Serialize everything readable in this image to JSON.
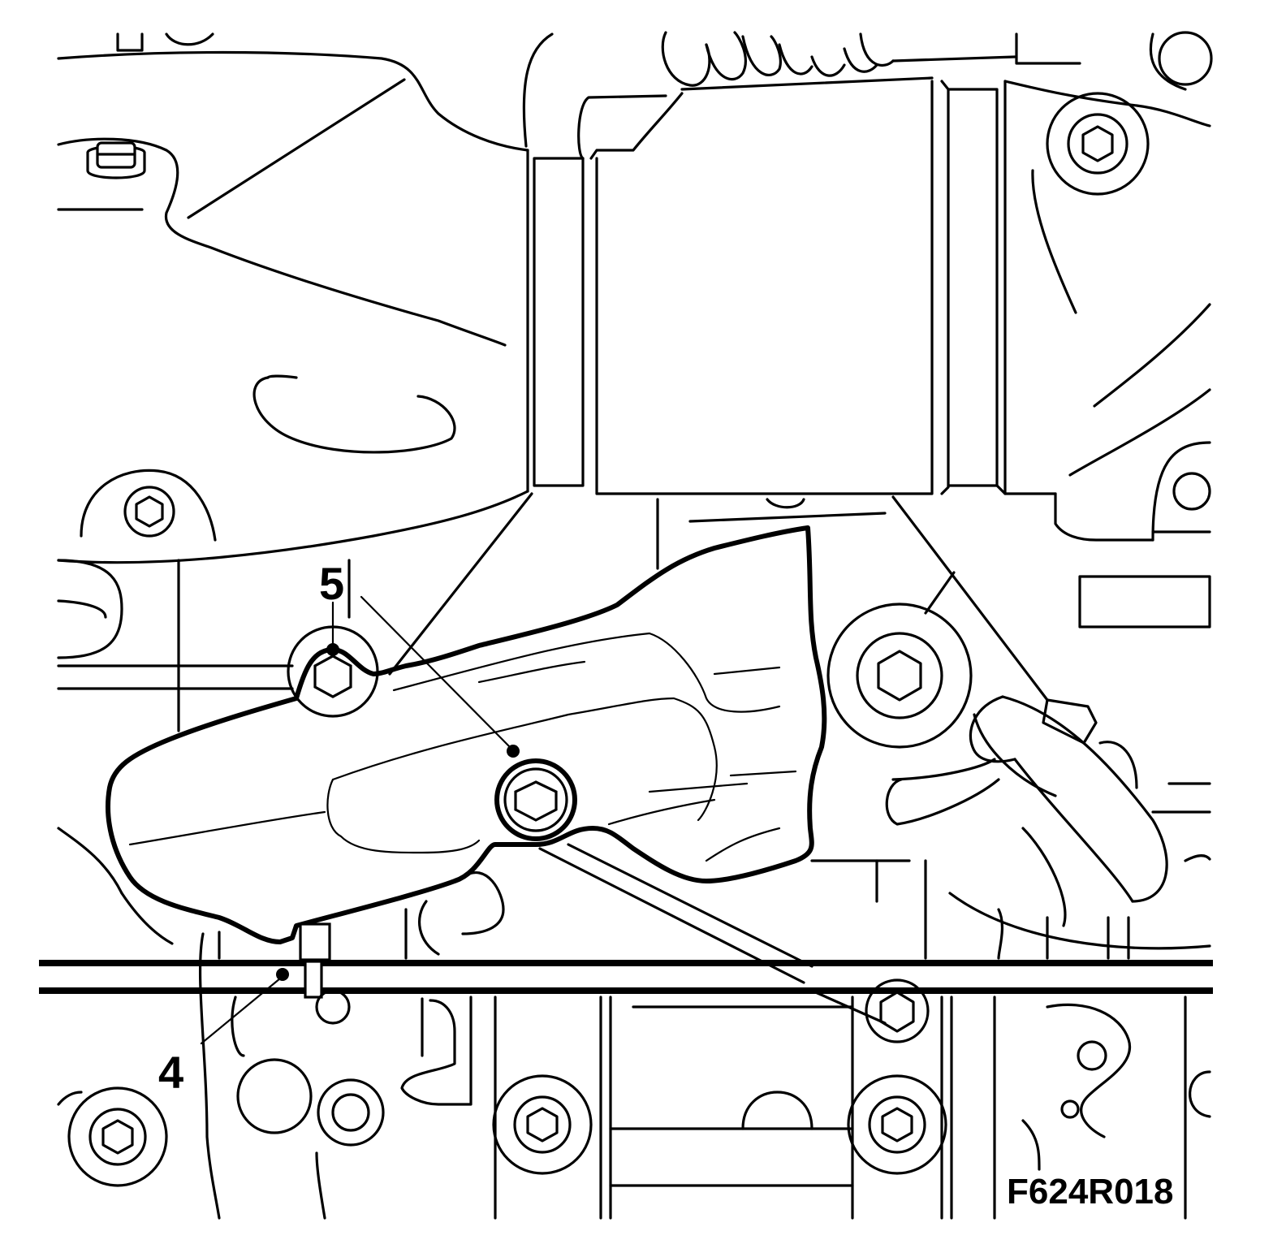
{
  "figure": {
    "callouts": [
      {
        "number": "5",
        "target": "nut"
      },
      {
        "number": "4",
        "target": "bolt"
      }
    ],
    "figure_code": "F624R018"
  }
}
